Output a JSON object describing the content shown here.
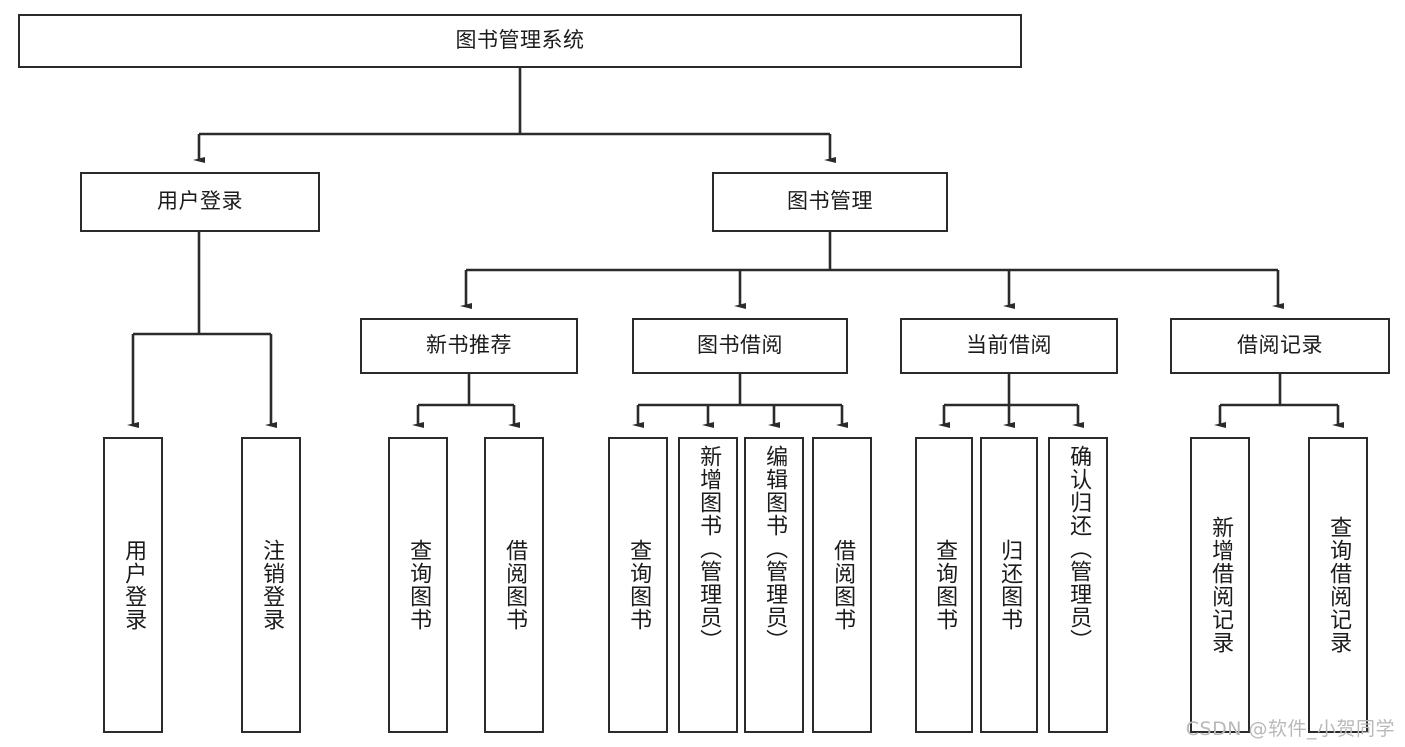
{
  "diagram": {
    "type": "tree",
    "orientation": "top-down",
    "title_node": "图书管理系统",
    "watermark": "CSDN @软件_小贺同学",
    "colors": {
      "background": "#ffffff",
      "node_border": "#2b2b2b",
      "node_fill": "#ffffff",
      "text": "#1b1b1b",
      "connector": "#2b2b2b",
      "watermark": "#b9b9b9"
    },
    "root": {
      "label": "图书管理系统"
    },
    "level2": [
      {
        "label": "用户登录"
      },
      {
        "label": "图书管理"
      }
    ],
    "level3": [
      {
        "label": "新书推荐"
      },
      {
        "label": "图书借阅"
      },
      {
        "label": "当前借阅"
      },
      {
        "label": "借阅记录"
      }
    ],
    "leaves": {
      "user_login": [
        {
          "label": "用户登录"
        },
        {
          "label": "注销登录"
        }
      ],
      "new_book_recommend": [
        {
          "label": "查询图书"
        },
        {
          "label": "借阅图书"
        }
      ],
      "book_borrow": [
        {
          "label": "查询图书"
        },
        {
          "label": "新增图书（管理员）"
        },
        {
          "label": "编辑图书（管理员）"
        },
        {
          "label": "借阅图书"
        }
      ],
      "current_borrow": [
        {
          "label": "查询图书"
        },
        {
          "label": "归还图书"
        },
        {
          "label": "确认归还（管理员）"
        }
      ],
      "borrow_record": [
        {
          "label": "新增借阅记录"
        },
        {
          "label": "查询借阅记录"
        }
      ]
    }
  }
}
